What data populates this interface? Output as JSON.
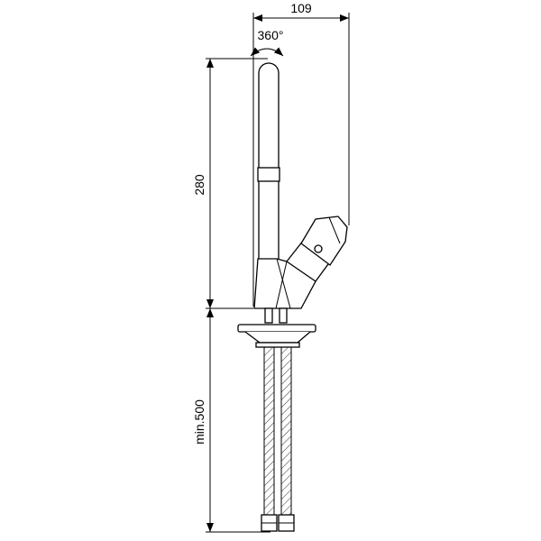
{
  "dimensions": {
    "width_label": "109",
    "rotation_label": "360°",
    "height_label": "280",
    "hose_length_label": "min.500"
  },
  "colors": {
    "line": "#000000",
    "background": "#ffffff"
  }
}
